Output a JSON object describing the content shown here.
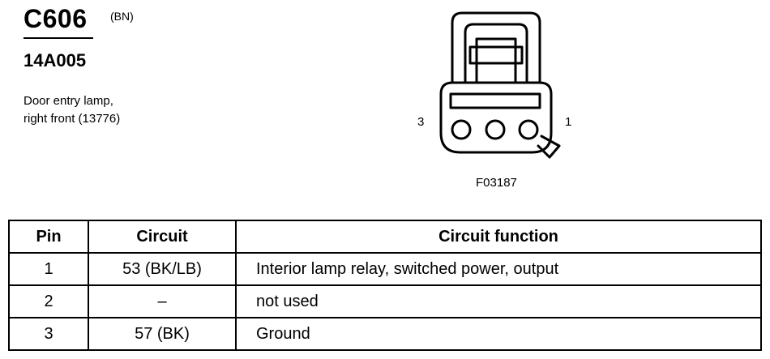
{
  "header": {
    "connector_id": "C606",
    "color_code": "(BN)",
    "part_number": "14A005",
    "description_lines": [
      "Door entry lamp,",
      "right front (13776)"
    ]
  },
  "diagram": {
    "pin_left_label": "3",
    "pin_right_label": "1",
    "figure_id": "F03187"
  },
  "table": {
    "headers": {
      "pin": "Pin",
      "circuit": "Circuit",
      "function": "Circuit function"
    },
    "rows": [
      {
        "pin": "1",
        "circuit": "53 (BK/LB)",
        "function": "Interior lamp relay, switched power, output"
      },
      {
        "pin": "2",
        "circuit": "–",
        "function": "not used"
      },
      {
        "pin": "3",
        "circuit": "57 (BK)",
        "function": "Ground"
      }
    ]
  }
}
